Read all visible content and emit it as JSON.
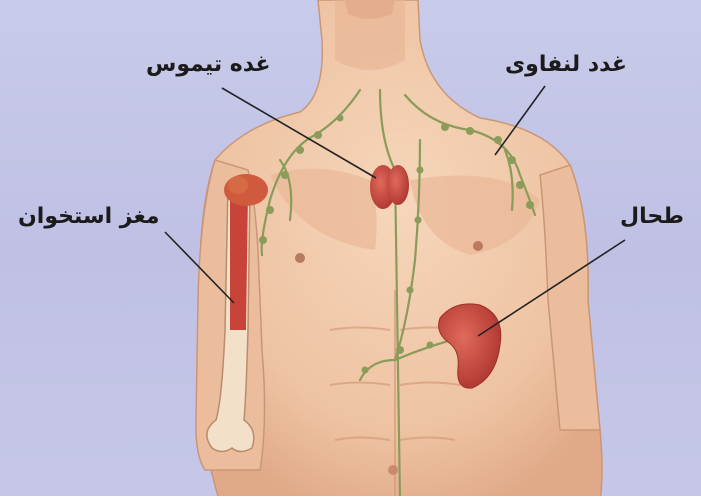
{
  "labels": {
    "thymus": "غده تیموس",
    "lymph_nodes": "غدد لنفاوی",
    "bone_marrow": "مغز استخوان",
    "spleen": "طحال"
  },
  "colors": {
    "background": "#c6c7e8",
    "skin": "#f0c9a8",
    "organ_red": "#c8433a",
    "lymph_vessel": "#8a9b5a",
    "bone": "#f3e0c8",
    "leader_line": "#222222"
  },
  "illustration": {
    "subject": "male torso",
    "icons": [
      "thymus-organ",
      "lymph-nodes-network",
      "bone-marrow-bone",
      "spleen-organ"
    ]
  }
}
